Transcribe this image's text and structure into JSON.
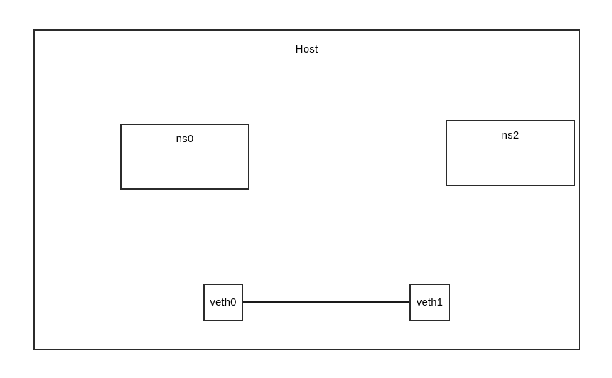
{
  "diagram": {
    "title": "Host",
    "background_color": "#ffffff",
    "line_color": "#2b2b2b",
    "text_color": "#000000",
    "host": {
      "label": "Host"
    },
    "namespaces": [
      {
        "id": "ns0",
        "label": "ns0"
      },
      {
        "id": "ns2",
        "label": "ns2"
      }
    ],
    "interfaces": [
      {
        "id": "veth0",
        "label": "veth0"
      },
      {
        "id": "veth1",
        "label": "veth1"
      }
    ],
    "links": [
      {
        "from": "veth0",
        "to": "veth1",
        "style": "solid"
      }
    ]
  }
}
